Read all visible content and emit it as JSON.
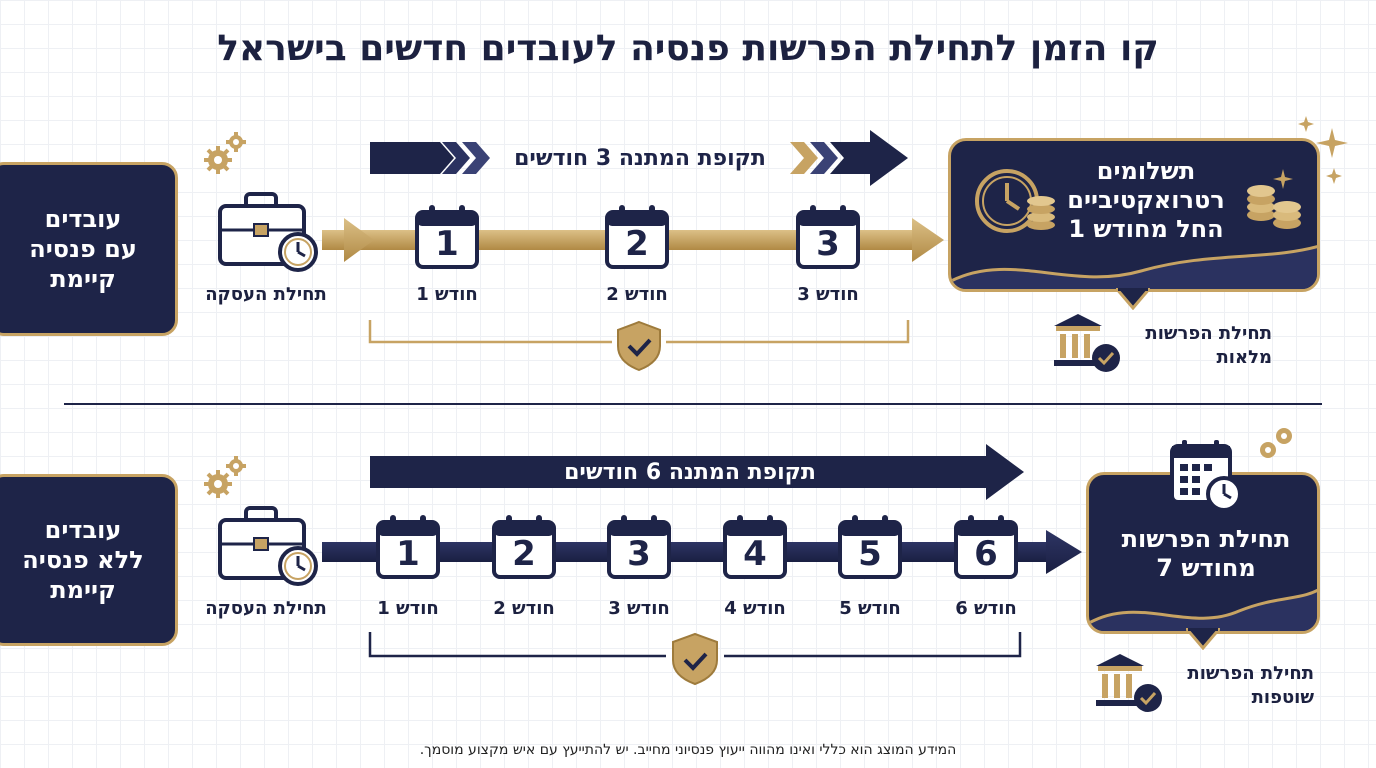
{
  "title": "קו הזמן לתחילת הפרשות פנסיה לעובדים חדשים בישראל",
  "colors": {
    "navy": "#1e2448",
    "gold": "#c7a363",
    "white": "#ffffff"
  },
  "section_existing": {
    "side_label": "עובדים\nעם פנסיה\nקיימת",
    "start_label": "תחילת העסקה",
    "waiting_banner": "תקופת המתנה 3 חודשים",
    "months": [
      {
        "number": "1",
        "label": "חודש 1"
      },
      {
        "number": "2",
        "label": "חודש 2"
      },
      {
        "number": "3",
        "label": "חודש 3"
      }
    ],
    "result_text": "תשלומים\nרטרואקטיביים\nהחל מחודש 1",
    "final_label": "תחילת הפרשות\nמלאות"
  },
  "section_new": {
    "side_label": "עובדים\nללא פנסיה\nקיימת",
    "start_label": "תחילת העסקה",
    "waiting_banner": "תקופת המתנה 6 חודשים",
    "months": [
      {
        "number": "1",
        "label": "חודש 1"
      },
      {
        "number": "2",
        "label": "חודש 2"
      },
      {
        "number": "3",
        "label": "חודש 3"
      },
      {
        "number": "4",
        "label": "חודש 4"
      },
      {
        "number": "5",
        "label": "חודש 5"
      },
      {
        "number": "6",
        "label": "חודש 6"
      }
    ],
    "result_text": "תחילת הפרשות\nמחודש 7",
    "final_label": "תחילת הפרשות\nשוטפות"
  },
  "disclaimer": "המידע המוצג הוא כללי ואינו מהווה ייעוץ פנסיוני מחייב. יש להתייעץ עם איש מקצוע מוסמך."
}
